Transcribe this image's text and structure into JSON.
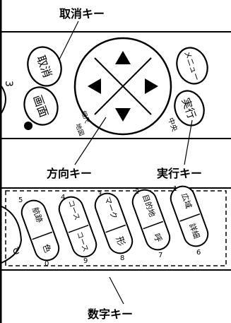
{
  "callouts": {
    "cancel": "取消キー",
    "direction": "方向キー",
    "execute": "実行キー",
    "numeric": "数字キー"
  },
  "remote_top": {
    "cancel_button": "取消",
    "screen_button": "画面",
    "menu_button": "メニュー",
    "execute_button": "実行",
    "below_execute": "中央",
    "dpad_label_a": "縮尺",
    "dpad_label_b": "地図"
  },
  "numeric_keys": [
    {
      "digit_top": "5",
      "top": "航跡",
      "bottom": "色",
      "digit_bottom": "0"
    },
    {
      "digit_top": "4",
      "top": "コース",
      "bottom": "コース",
      "digit_bottom": "9"
    },
    {
      "digit_top": "3",
      "top": "マーク",
      "bottom": "形",
      "digit_bottom": "8"
    },
    {
      "digit_top": "2",
      "top": "目的地",
      "bottom": "呼",
      "digit_bottom": "7"
    },
    {
      "digit_top": "1",
      "top": "広域",
      "bottom": "詳細",
      "digit_bottom": "6"
    }
  ],
  "colors": {
    "ink": "#000000",
    "paper": "#ffffff"
  }
}
